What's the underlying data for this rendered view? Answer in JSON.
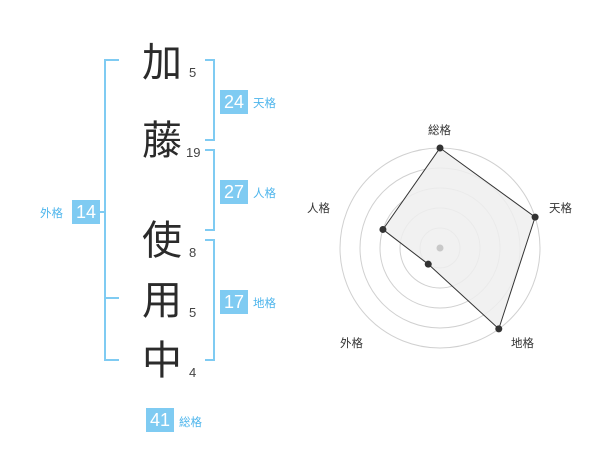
{
  "name_chars": [
    {
      "char": "加",
      "strokes": "5"
    },
    {
      "char": "藤",
      "strokes": "19"
    },
    {
      "char": "使",
      "strokes": "8"
    },
    {
      "char": "用",
      "strokes": "5"
    },
    {
      "char": "中",
      "strokes": "4"
    }
  ],
  "kakusu": {
    "tenkaku": {
      "value": "24",
      "label": "天格"
    },
    "jinkaku": {
      "value": "27",
      "label": "人格"
    },
    "chikaku": {
      "value": "17",
      "label": "地格"
    },
    "gaikaku": {
      "value": "14",
      "label": "外格"
    },
    "soukaku": {
      "value": "41",
      "label": "総格"
    }
  },
  "radar": {
    "axes": [
      "総格",
      "天格",
      "地格",
      "外格",
      "人格"
    ],
    "values": [
      5,
      5,
      5,
      1,
      3
    ],
    "max": 5,
    "colors": {
      "grid": "#d0d0d0",
      "fill": "#eeeeee",
      "line": "#333333",
      "point": "#333333",
      "center": "#c8c8c8"
    }
  },
  "colors": {
    "accent": "#7fcbf2",
    "accent_text": "#4db5ec",
    "bracket": "#7fcbf2"
  }
}
